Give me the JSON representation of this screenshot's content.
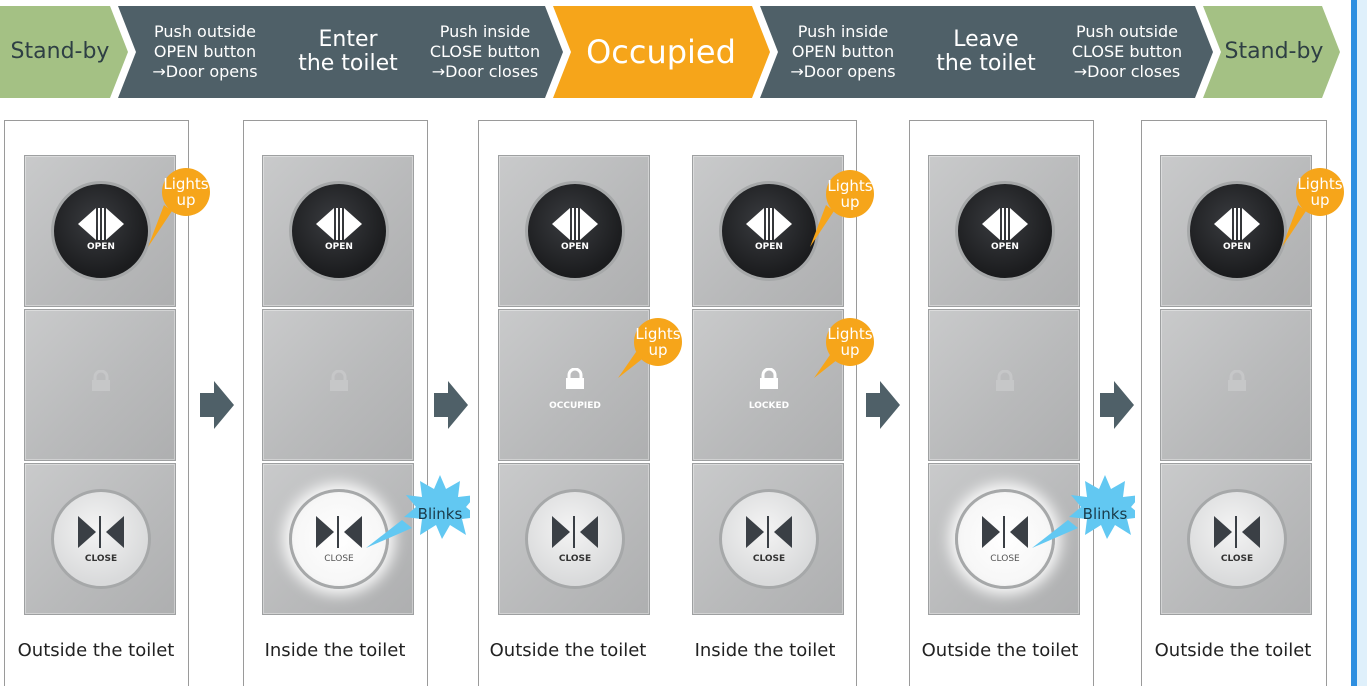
{
  "flow": {
    "standby_start": "Stand-by",
    "step1": [
      "Push outside",
      "OPEN button",
      "→Door opens"
    ],
    "enter": [
      "Enter",
      "the toilet"
    ],
    "step2": [
      "Push inside",
      "CLOSE button",
      "→Door closes"
    ],
    "occupied": "Occupied",
    "step3": [
      "Push inside",
      "OPEN button",
      "→Door opens"
    ],
    "leave": [
      "Leave",
      "the toilet"
    ],
    "step4": [
      "Push outside",
      "CLOSE button",
      "→Door closes"
    ],
    "standby_end": "Stand-by"
  },
  "panel_labels": {
    "open": "OPEN",
    "close": "CLOSE",
    "occupied": "OCCUPIED",
    "locked": "LOCKED"
  },
  "callouts": {
    "lights_up_1": "Lights",
    "lights_up_2": "up",
    "blinks": "Blinks"
  },
  "captions": {
    "c1": "Outside the toilet",
    "c2": "Inside the toilet",
    "c3": "Outside the toilet",
    "c4": "Inside the toilet",
    "c5": "Outside the toilet",
    "c6": "Outside the toilet"
  },
  "colors": {
    "standby": "#a4c184",
    "step": "#4f6068",
    "occupied": "#f6a51a",
    "callout": "#f6a51a",
    "blink": "#62c8f2"
  }
}
